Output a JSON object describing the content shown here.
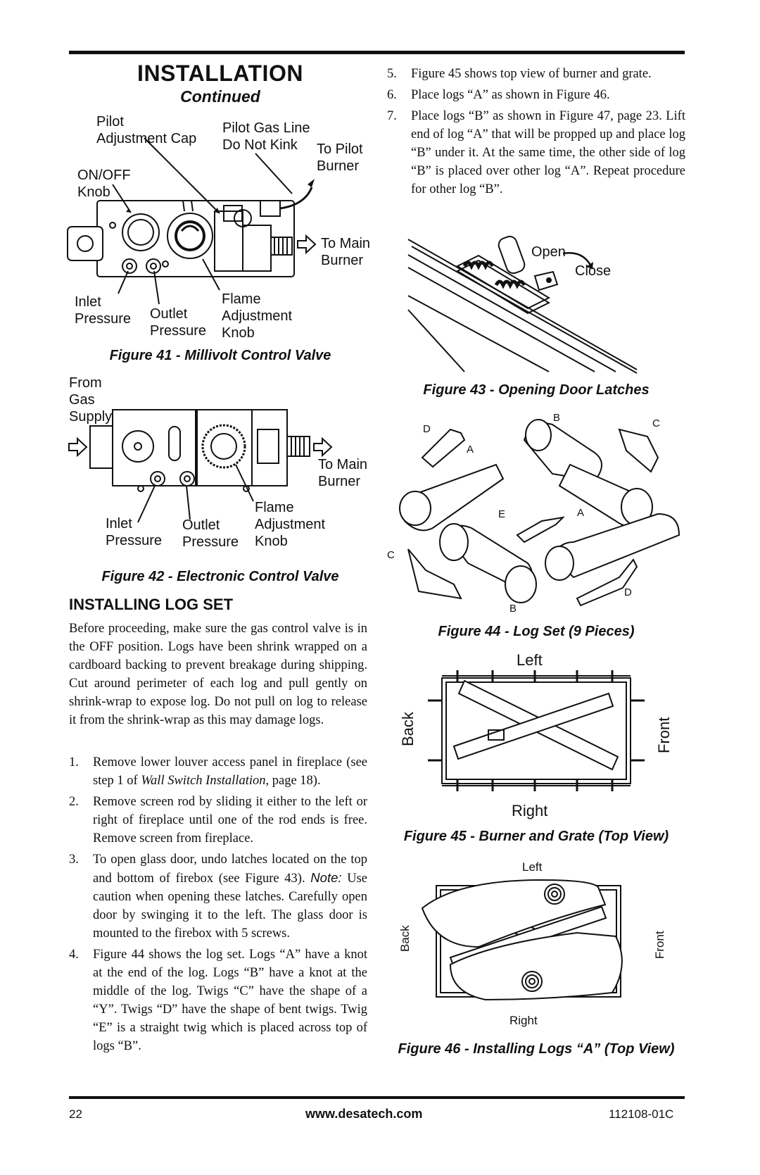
{
  "header": {
    "title": "INSTALLATION",
    "subtitle": "Continued"
  },
  "fig41": {
    "labels": {
      "pilot_adjustment_cap": "Pilot\nAdjustment Cap",
      "pilot_gas_line": "Pilot Gas Line\nDo Not Kink",
      "to_pilot_burner": "To Pilot\nBurner",
      "on_off_knob": "ON/OFF\nKnob",
      "to_main_burner": "To Main\nBurner",
      "inlet_pressure": "Inlet\nPressure",
      "outlet_pressure": "Outlet\nPressure",
      "flame_adjustment_knob": "Flame\nAdjustment\nKnob"
    },
    "caption": "Figure 41 - Millivolt Control Valve"
  },
  "fig42": {
    "labels": {
      "from_gas_supply": "From\nGas\nSupply",
      "to_main_burner": "To Main\nBurner",
      "inlet_pressure": "Inlet\nPressure",
      "outlet_pressure": "Outlet\nPressure",
      "flame_adjustment_knob": "Flame\nAdjustment\nKnob"
    },
    "caption": "Figure 42 - Electronic Control Valve"
  },
  "section": {
    "heading": "INSTALLING LOG SET",
    "intro": "Before proceeding, make sure the gas control valve is in the OFF position. Logs have been shrink wrapped on a cardboard backing to prevent breakage during shipping. Cut around perimeter of each log and pull gently on shrink-wrap to expose log. Do not pull on log to release it from the shrink-wrap as this may damage logs."
  },
  "steps_left": [
    {
      "num": "1.",
      "pre": "Remove lower louver access panel in fireplace (see step 1 of ",
      "em": "Wall Switch Installation",
      "post": ", page 18)."
    },
    {
      "num": "2.",
      "pre": "Remove screen rod by sliding it either to the left or right of fireplace until one of the rod ends is free. Remove screen from fireplace.",
      "em": "",
      "post": ""
    },
    {
      "num": "3.",
      "pre": "To open glass door, undo latches located on the top and bottom of firebox (see Figure 43). ",
      "em": "Note:",
      "post": " Use caution when opening these latches. Carefully open door by swinging it to the left. The glass door is mounted to the firebox with 5 screws."
    },
    {
      "num": "4.",
      "pre": "Figure 44 shows the log set. Logs “A” have a knot at the end of the log. Logs “B” have a knot at the middle of the log. Twigs “C” have the shape of a “Y”. Twigs “D” have the shape of bent twigs. Twig “E” is a straight twig which is placed across top of logs “B”.",
      "em": "",
      "post": ""
    }
  ],
  "steps_right": [
    {
      "num": "5.",
      "text": "Figure 45 shows top view of burner and grate."
    },
    {
      "num": "6.",
      "text": "Place logs “A” as shown in Figure 46."
    },
    {
      "num": "7.",
      "text": "Place logs “B” as shown in Figure 47, page 23. Lift end of log “A” that will be propped up and place log “B” under it. At the same time, the other side of log “B” is placed over other log “A”. Repeat procedure for other log “B”."
    }
  ],
  "fig43": {
    "labels": {
      "open": "Open",
      "close": "Close"
    },
    "caption": "Figure 43 - Opening Door Latches"
  },
  "fig44": {
    "letters": [
      "D",
      "B",
      "C",
      "A",
      "E",
      "A",
      "C",
      "B",
      "D"
    ],
    "caption": "Figure 44 - Log Set (9 Pieces)"
  },
  "fig45": {
    "labels": {
      "left": "Left",
      "right": "Right",
      "back": "Back",
      "front": "Front"
    },
    "caption": "Figure 45 - Burner and Grate (Top View)"
  },
  "fig46": {
    "labels": {
      "left": "Left",
      "right": "Right",
      "back": "Back",
      "front": "Front"
    },
    "caption": "Figure 46 - Installing Logs “A” (Top View)"
  },
  "footer": {
    "page": "22",
    "url": "www.desatech.com",
    "doc": "112108-01C"
  }
}
